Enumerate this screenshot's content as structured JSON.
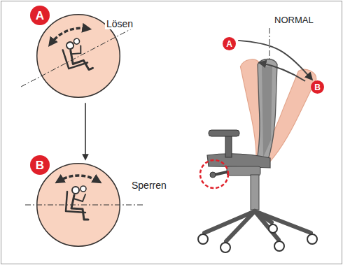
{
  "diagram": {
    "nodes": [
      {
        "text": [
          "Lösen"
        ]
      },
      {
        "text": [
          "A"
        ],
        "in": 0
      },
      {
        "text": [
          "Sperren"
        ]
      },
      {
        "text": [
          "B"
        ],
        "in": 2
      },
      {
        "text": [
          "A"
        ]
      },
      {
        "text": [
          "B"
        ]
      }
    ],
    "edges": [
      {
        "from": 0,
        "to": 2,
        "arrow": "to"
      },
      {
        "from": 4,
        "to": 5,
        "arrow": "to"
      }
    ],
    "labels": [
      "NORMAL"
    ]
  }
}
